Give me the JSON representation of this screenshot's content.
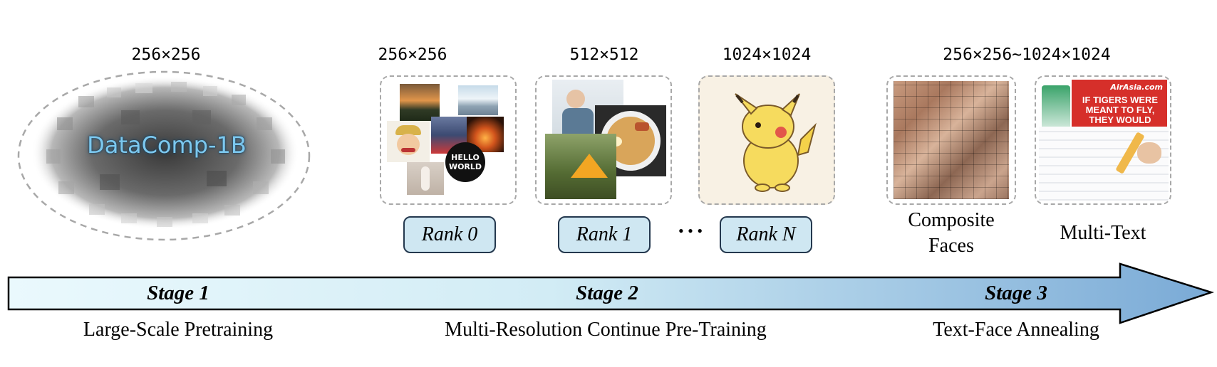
{
  "resolutions": {
    "stage1": "256×256",
    "rank0": "256×256",
    "rank1": "512×512",
    "rankN": "1024×1024",
    "stage3": "256×256~1024×1024"
  },
  "datacomp": {
    "label": "DataComp-1B"
  },
  "ranks": {
    "rank0": "Rank 0",
    "rank1": "Rank 1",
    "rankN": "Rank N",
    "ellipsis": "• • •"
  },
  "rank0_images": {
    "hello_world": "HELLO\nWORLD"
  },
  "multitext_image": {
    "brand": "AirAsia.com",
    "headline": "IF TIGERS WERE MEANT TO FLY, THEY WOULD"
  },
  "stage3_labels": {
    "faces": "Composite\nFaces",
    "multitext": "Multi-Text"
  },
  "stages": [
    {
      "name": "Stage 1",
      "description": "Large-Scale Pretraining"
    },
    {
      "name": "Stage 2",
      "description": "Multi-Resolution Continue Pre-Training"
    },
    {
      "name": "Stage 3",
      "description": "Text-Face Annealing"
    }
  ],
  "colors": {
    "arrow_start": "#eaf9fd",
    "arrow_end": "#7aaad6",
    "rank_fill": "#cfe7f2",
    "rank_border": "#24384e",
    "dashed": "#a8a8a8",
    "datacomp_text": "#7cc8ef"
  }
}
